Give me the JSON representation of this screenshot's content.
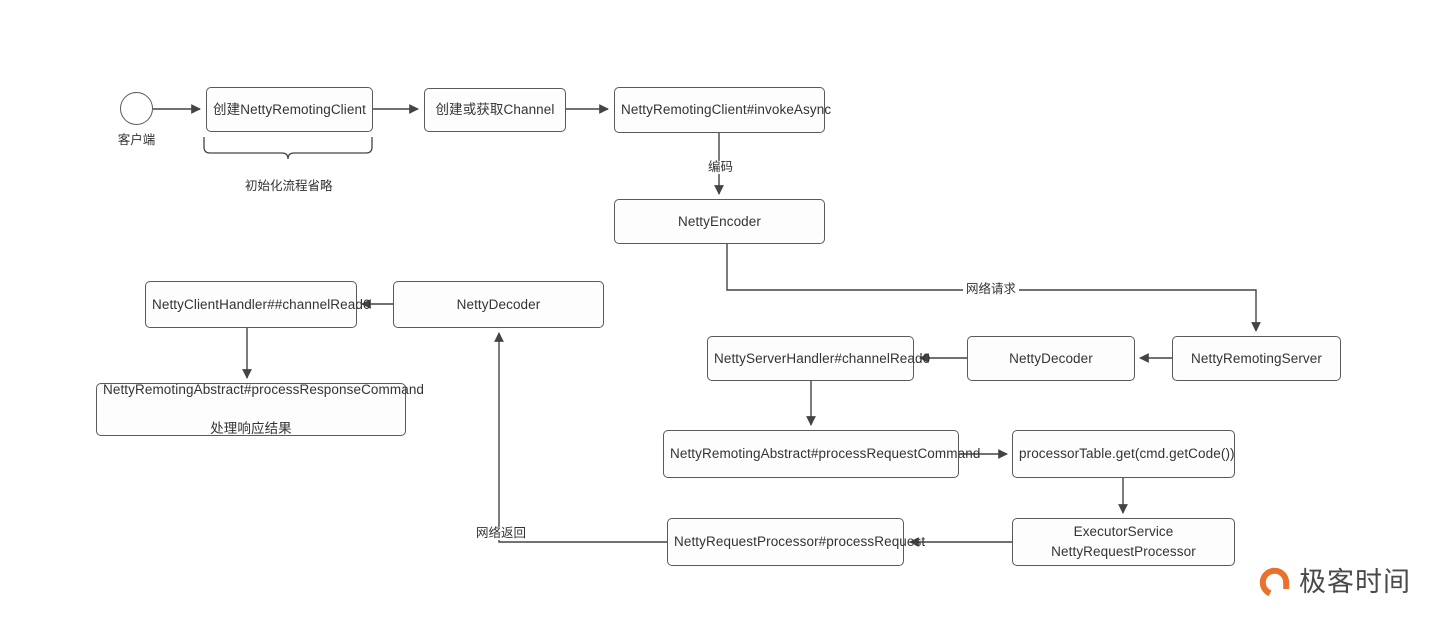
{
  "diagram": {
    "title": "Netty RPC 请求处理流程图",
    "background": "#ffffff",
    "node_border_color": "#5a5a5a",
    "edge_color": "#444444",
    "text_color": "#333333"
  },
  "client": {
    "icon": "circle-node-icon",
    "label": "客户端"
  },
  "nodes": {
    "create_client": "创建NettyRemotingClient",
    "create_channel": "创建或获取Channel",
    "invoke_async": "NettyRemotingClient#invokeAsync",
    "netty_encoder": "NettyEncoder",
    "netty_remoting_server": "NettyRemotingServer",
    "server_decoder": "NettyDecoder",
    "server_handler": "NettyServerHandler#channelRead0",
    "process_request_command": "NettyRemotingAbstract#processRequestCommand",
    "processor_table_get": "processorTable.get(cmd.getCode())",
    "executor_service": "ExecutorService NettyRequestProcessor",
    "process_request": "NettyRequestProcessor#processRequest",
    "client_decoder": "NettyDecoder",
    "client_handler": "NettyClientHandler##channelRead0",
    "process_response_command_line1": "NettyRemotingAbstract#processResponseCommand",
    "process_response_command_line2": "处理响应结果"
  },
  "edge_labels": {
    "encode": "编码",
    "network_request": "网络请求",
    "network_return": "网络返回"
  },
  "annotations": {
    "init_omitted": "初始化流程省略"
  },
  "watermark": {
    "text": "极客时间",
    "mark_color": "#e8722b",
    "text_color": "#4a4a4a"
  }
}
